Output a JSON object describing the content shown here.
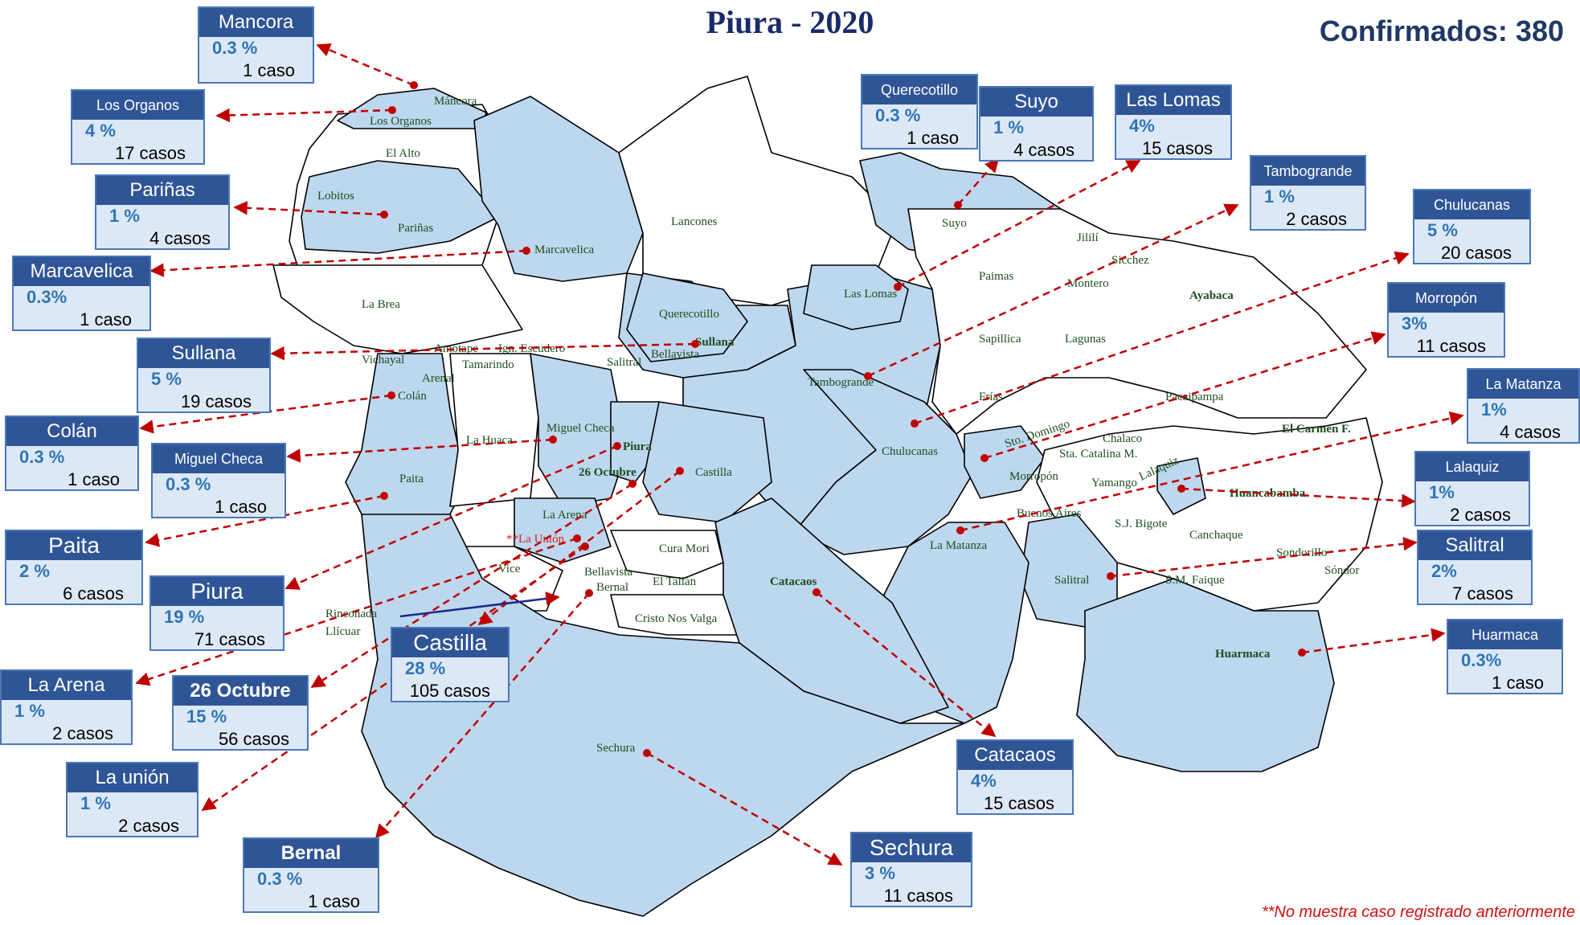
{
  "title": "Piura - 2020",
  "confirmados": "Confirmados: 380",
  "note": "**No muestra caso registrado anteriormente",
  "colors": {
    "highlight": "#bdd7ee",
    "callout_header": "#2f5597",
    "callout_body": "#dde8f6",
    "arrow": "#c00000"
  },
  "callouts": [
    {
      "name": "Mancora",
      "pct": "0.3 %",
      "cases": "1 caso"
    },
    {
      "name": "Los Organos",
      "pct": "4 %",
      "cases": "17 casos"
    },
    {
      "name": "Pariñas",
      "pct": "1 %",
      "cases": "4 casos"
    },
    {
      "name": "Marcavelica",
      "pct": "0.3%",
      "cases": "1 caso"
    },
    {
      "name": "Sullana",
      "pct": "5 %",
      "cases": "19 casos"
    },
    {
      "name": "Colán",
      "pct": "0.3 %",
      "cases": "1 caso"
    },
    {
      "name": "Miguel Checa",
      "pct": "0.3 %",
      "cases": "1 caso"
    },
    {
      "name": "Paita",
      "pct": "2 %",
      "cases": "6 casos"
    },
    {
      "name": "Piura",
      "pct": "19 %",
      "cases": "71 casos"
    },
    {
      "name": "La Arena",
      "pct": "1 %",
      "cases": "2 casos"
    },
    {
      "name": "26 Octubre",
      "pct": "15 %",
      "cases": "56 casos"
    },
    {
      "name": "Castilla",
      "pct": "28 %",
      "cases": "105 casos"
    },
    {
      "name": "La unión",
      "pct": "1 %",
      "cases": "2 casos"
    },
    {
      "name": "Bernal",
      "pct": "0.3 %",
      "cases": "1 caso"
    },
    {
      "name": "Querecotillo",
      "pct": "0.3 %",
      "cases": "1 caso"
    },
    {
      "name": "Suyo",
      "pct": "1 %",
      "cases": "4 casos"
    },
    {
      "name": "Las Lomas",
      "pct": "4%",
      "cases": "15 casos"
    },
    {
      "name": "Tambogrande",
      "pct": "1 %",
      "cases": "2 casos"
    },
    {
      "name": "Chulucanas",
      "pct": "5 %",
      "cases": "20 casos"
    },
    {
      "name": "Morropón",
      "pct": "3%",
      "cases": "11 casos"
    },
    {
      "name": "La Matanza",
      "pct": "1%",
      "cases": "4 casos"
    },
    {
      "name": "Lalaquiz",
      "pct": "1%",
      "cases": "2 casos"
    },
    {
      "name": "Salitral",
      "pct": "2%",
      "cases": "7 casos"
    },
    {
      "name": "Huarmaca",
      "pct": "0.3%",
      "cases": "1 caso"
    },
    {
      "name": "Catacaos",
      "pct": "4%",
      "cases": "15 casos"
    },
    {
      "name": "Sechura",
      "pct": "3 %",
      "cases": "11 casos"
    }
  ],
  "map_labels": [
    "Máncora",
    "Los Organos",
    "El Alto",
    "Lobitos",
    "Pariñas",
    "Marcavelica",
    "Lancones",
    "La Brea",
    "Querecotillo",
    "Sullana",
    "Salitral",
    "Bellavista",
    "Ign. Escudero",
    "Amotape",
    "Tamarindo",
    "Vichayal",
    "Arenal",
    "Colán",
    "La Huaca",
    "Miguel Checa",
    "Piura",
    "26 Octubre",
    "Castilla",
    "Paita",
    "La Arena",
    "**La Unión",
    "Vice",
    "Bellavista",
    "Bernal",
    "Cura Mori",
    "El Tallán",
    "Cristo Nos Valga",
    "Rinconada Llícuar",
    "Catacaos",
    "Sechura",
    "Suyo",
    "Jililí",
    "Sicchez",
    "Paimas",
    "Montero",
    "Ayabaca",
    "Las Lomas",
    "Sapillica",
    "Lagunas",
    "Tambogrande",
    "Frías",
    "Pacaipampa",
    "Chulucanas",
    "Sto. Domingo",
    "Chalaco",
    "Sta. Catalina M.",
    "Morropón",
    "Yamango",
    "Lalaquiz",
    "El Carmen F.",
    "Huancabamba",
    "Buenos Aires",
    "S.J. Bigote",
    "Canchaque",
    "La Matanza",
    "Sondorillo",
    "Sóndor",
    "Salitral",
    "S.M. Faique",
    "Huarmaca"
  ]
}
